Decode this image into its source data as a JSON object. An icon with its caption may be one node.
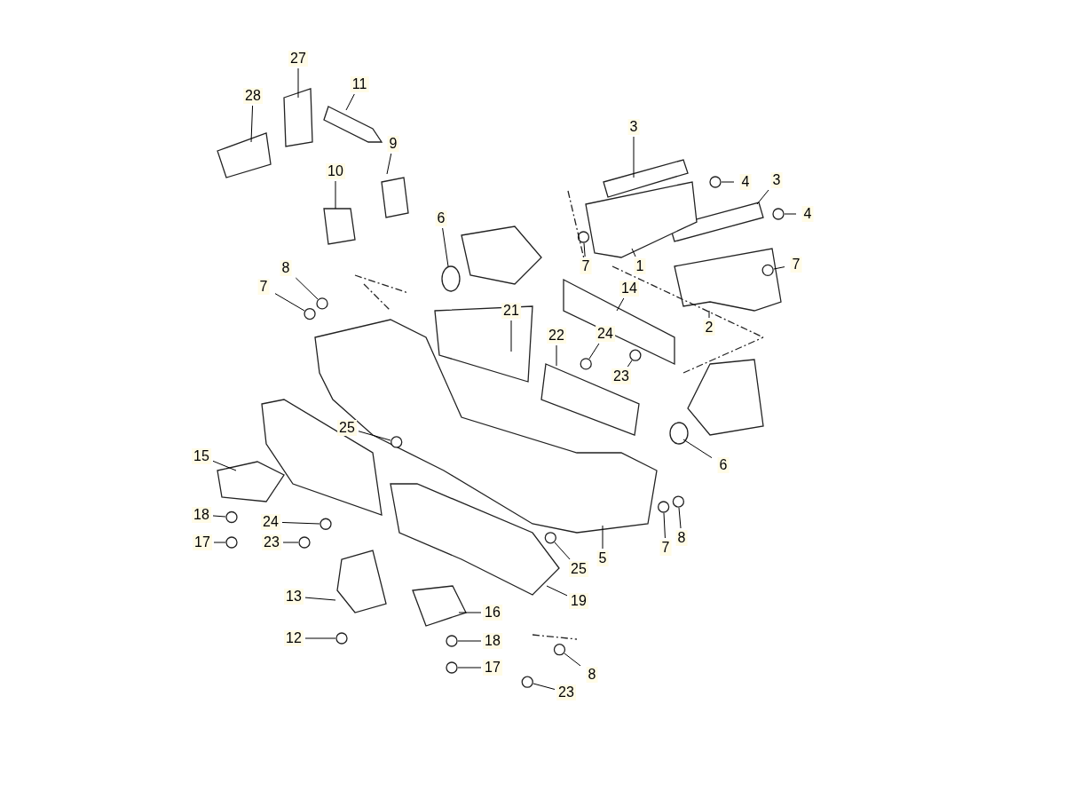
{
  "diagram": {
    "nodes": [
      {
        "text": [
          "28"
        ]
      },
      {
        "text": [
          "27"
        ]
      },
      {
        "text": [
          "11"
        ]
      },
      {
        "text": [
          "9"
        ]
      },
      {
        "text": [
          "10"
        ]
      },
      {
        "text": [
          "3"
        ]
      },
      {
        "text": [
          "4"
        ]
      },
      {
        "text": [
          "3"
        ]
      },
      {
        "text": [
          "4"
        ]
      },
      {
        "text": [
          "6"
        ]
      },
      {
        "text": [
          "8"
        ]
      },
      {
        "text": [
          "7"
        ]
      },
      {
        "text": [
          "7"
        ]
      },
      {
        "text": [
          "1"
        ]
      },
      {
        "text": [
          "7"
        ]
      },
      {
        "text": [
          "21"
        ]
      },
      {
        "text": [
          "14"
        ]
      },
      {
        "text": [
          "2"
        ]
      },
      {
        "text": [
          "24"
        ]
      },
      {
        "text": [
          "22"
        ]
      },
      {
        "text": [
          "23"
        ]
      },
      {
        "text": [
          "25"
        ]
      },
      {
        "text": [
          "15"
        ]
      },
      {
        "text": [
          "6"
        ]
      },
      {
        "text": [
          "18"
        ]
      },
      {
        "text": [
          "24"
        ]
      },
      {
        "text": [
          "17"
        ]
      },
      {
        "text": [
          "23"
        ]
      },
      {
        "text": [
          "25"
        ]
      },
      {
        "text": [
          "5"
        ]
      },
      {
        "text": [
          "7"
        ]
      },
      {
        "text": [
          "8"
        ]
      },
      {
        "text": [
          "13"
        ]
      },
      {
        "text": [
          "16"
        ]
      },
      {
        "text": [
          "19"
        ]
      },
      {
        "text": [
          "12"
        ]
      },
      {
        "text": [
          "18"
        ]
      },
      {
        "text": [
          "17"
        ]
      },
      {
        "text": [
          "8"
        ]
      },
      {
        "text": [
          "23"
        ]
      }
    ],
    "edges": [
      {
        "from": 0,
        "to": null,
        "arrow": "none"
      },
      {
        "from": 1,
        "to": null,
        "arrow": "none"
      },
      {
        "from": 2,
        "to": null,
        "arrow": "none"
      },
      {
        "from": 3,
        "to": null,
        "arrow": "none"
      },
      {
        "from": 4,
        "to": null,
        "arrow": "none"
      },
      {
        "from": 5,
        "to": null,
        "arrow": "none"
      },
      {
        "from": 6,
        "to": null,
        "arrow": "none"
      },
      {
        "from": 7,
        "to": null,
        "arrow": "none"
      },
      {
        "from": 8,
        "to": null,
        "arrow": "none"
      },
      {
        "from": 9,
        "to": null,
        "arrow": "none"
      },
      {
        "from": 10,
        "to": null,
        "arrow": "none"
      },
      {
        "from": 11,
        "to": null,
        "arrow": "none"
      },
      {
        "from": 12,
        "to": null,
        "arrow": "none"
      },
      {
        "from": 13,
        "to": null,
        "arrow": "none"
      },
      {
        "from": 14,
        "to": null,
        "arrow": "none"
      },
      {
        "from": 15,
        "to": null,
        "arrow": "none"
      },
      {
        "from": 16,
        "to": null,
        "arrow": "none"
      },
      {
        "from": 17,
        "to": null,
        "arrow": "none"
      },
      {
        "from": 18,
        "to": null,
        "arrow": "none"
      },
      {
        "from": 19,
        "to": null,
        "arrow": "none"
      },
      {
        "from": 20,
        "to": null,
        "arrow": "none"
      },
      {
        "from": 21,
        "to": null,
        "arrow": "none"
      },
      {
        "from": 22,
        "to": null,
        "arrow": "none"
      },
      {
        "from": 23,
        "to": null,
        "arrow": "none"
      },
      {
        "from": 24,
        "to": null,
        "arrow": "none"
      },
      {
        "from": 25,
        "to": null,
        "arrow": "none"
      },
      {
        "from": 26,
        "to": null,
        "arrow": "none"
      },
      {
        "from": 27,
        "to": null,
        "arrow": "none"
      },
      {
        "from": 28,
        "to": null,
        "arrow": "none"
      },
      {
        "from": 29,
        "to": null,
        "arrow": "none"
      },
      {
        "from": 30,
        "to": null,
        "arrow": "none"
      },
      {
        "from": 31,
        "to": null,
        "arrow": "none"
      },
      {
        "from": 32,
        "to": null,
        "arrow": "none"
      },
      {
        "from": 33,
        "to": null,
        "arrow": "none"
      },
      {
        "from": 34,
        "to": null,
        "arrow": "none"
      },
      {
        "from": 35,
        "to": null,
        "arrow": "none"
      },
      {
        "from": 36,
        "to": null,
        "arrow": "none"
      },
      {
        "from": 37,
        "to": null,
        "arrow": "none"
      },
      {
        "from": 38,
        "to": null,
        "arrow": "none"
      },
      {
        "from": 39,
        "to": null,
        "arrow": "none"
      }
    ]
  }
}
